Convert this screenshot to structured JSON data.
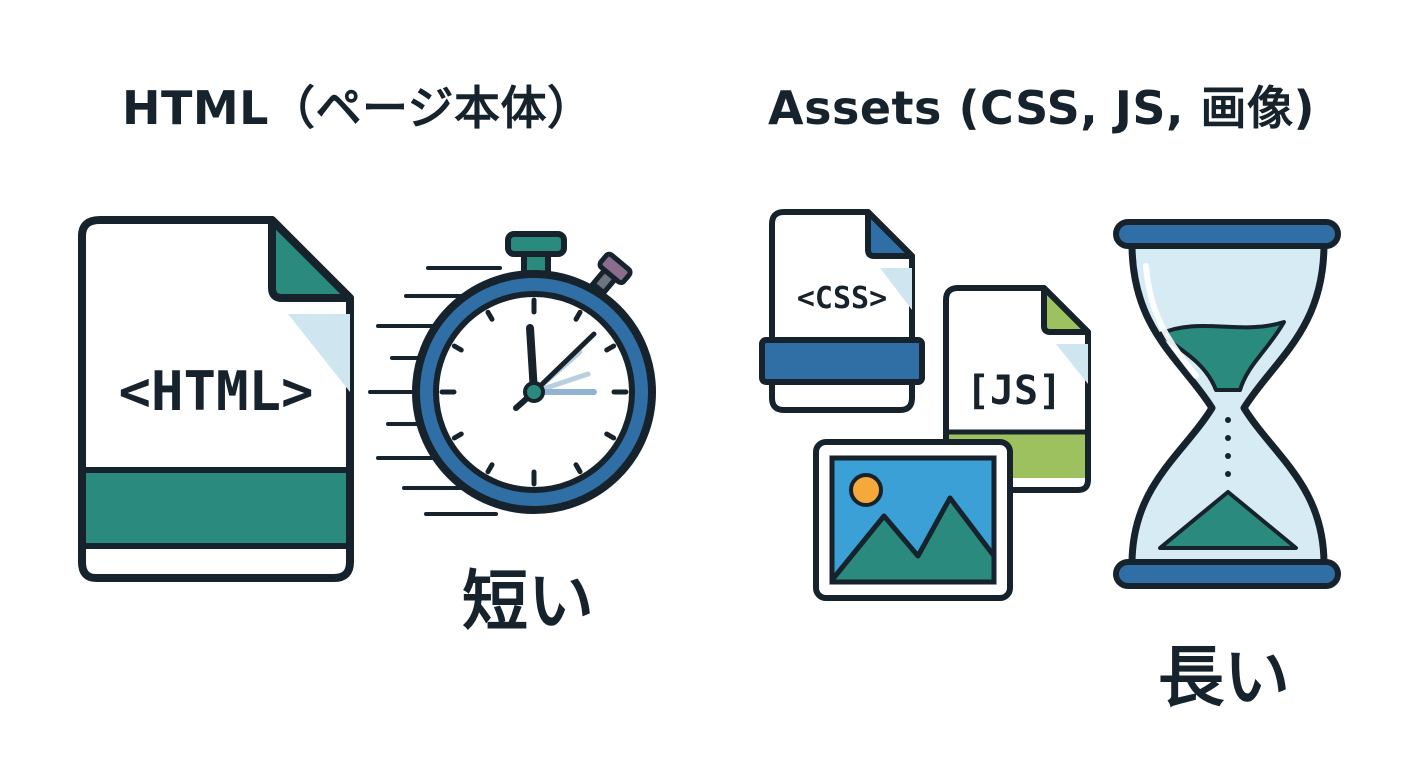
{
  "left_panel": {
    "heading": "HTML（ページ本体）",
    "file_tag": "<HTML>",
    "duration_label": "短い"
  },
  "right_panel": {
    "heading": "Assets (CSS, JS, 画像)",
    "css_tag": "<CSS>",
    "js_tag": "[JS]",
    "duration_label": "長い"
  },
  "icons": {
    "html": "html-file-icon",
    "speed": "stopwatch-icon",
    "css": "css-file-icon",
    "js": "js-file-icon",
    "image": "image-file-icon",
    "slow": "hourglass-icon"
  },
  "colors": {
    "outline": "#16232d",
    "teal": "#2a8a7e",
    "blue": "#2f6fa6",
    "light_blue": "#cfe6f1",
    "green": "#9cc15e",
    "sun": "#f5a93a",
    "sky": "#3aa0d5"
  }
}
